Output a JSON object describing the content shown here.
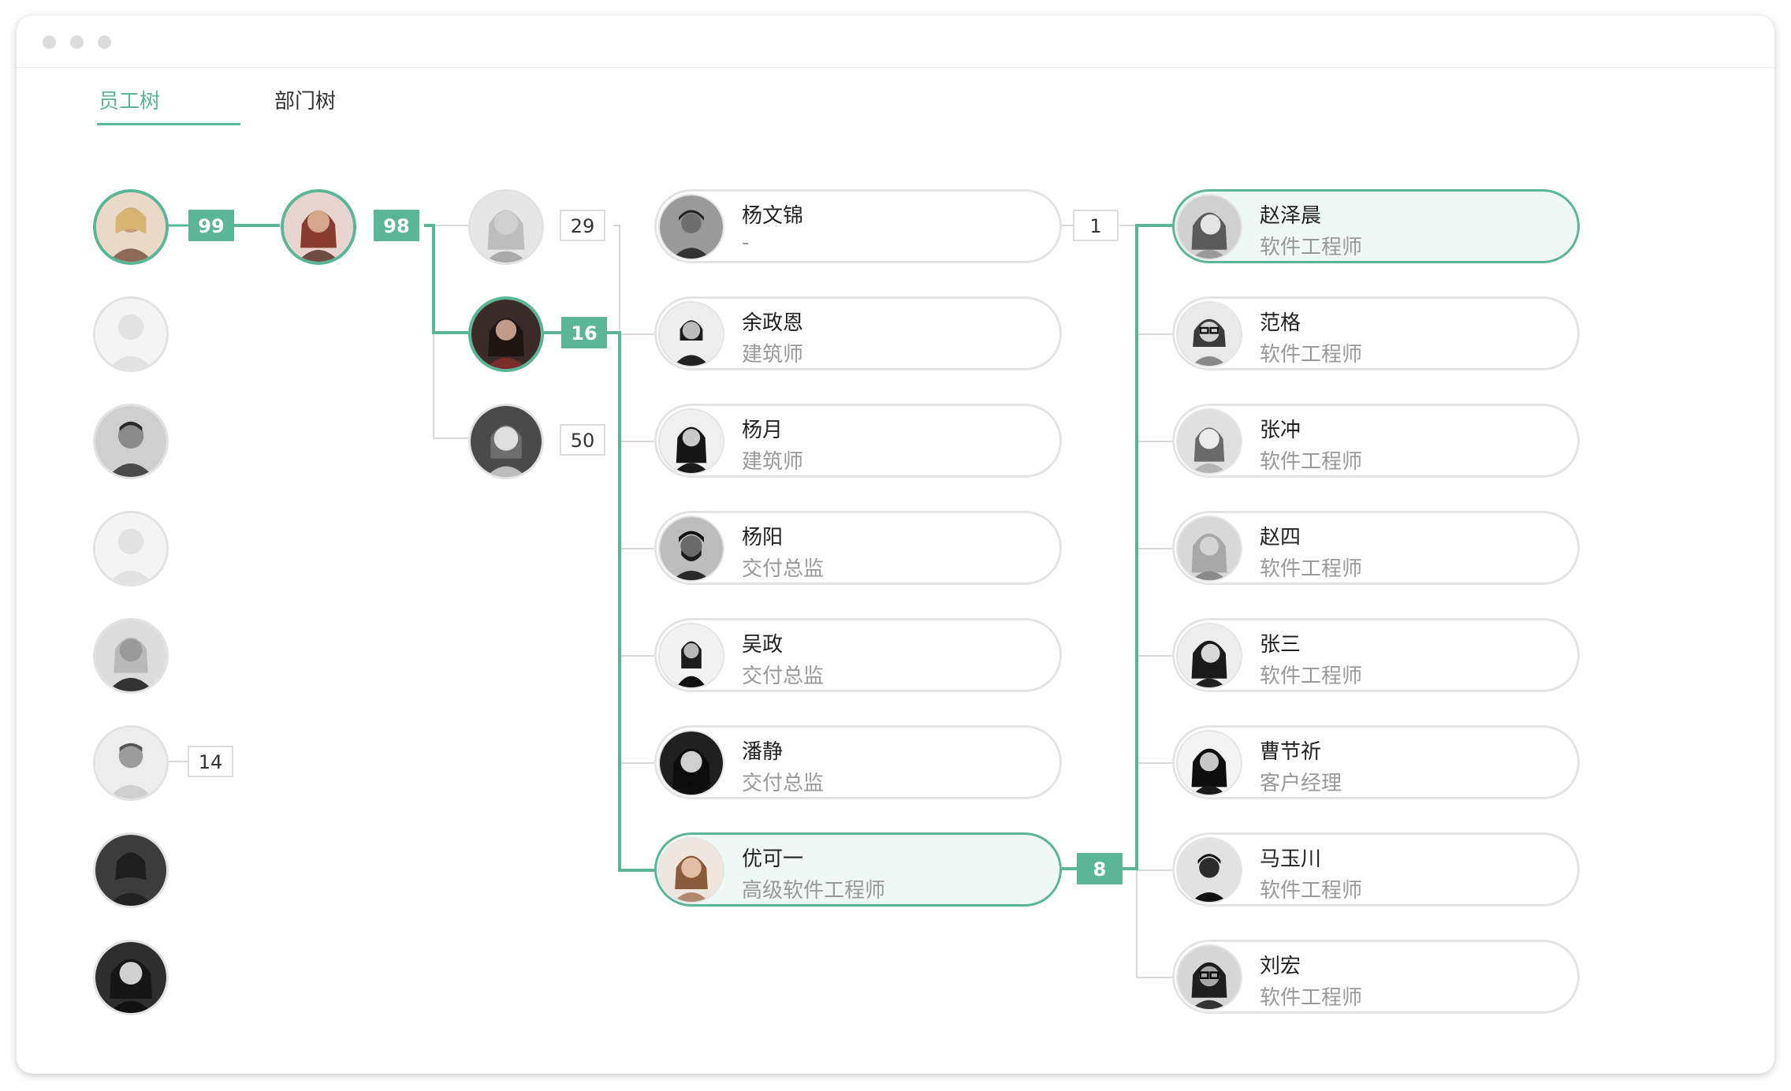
{
  "tabs": {
    "employee_tree": "员工树",
    "department_tree": "部门树"
  },
  "colors": {
    "accent": "#5bb597",
    "border": "#e4e4e4",
    "selected_bg": "#eff8f4",
    "muted_text": "#999999"
  },
  "level1": {
    "count": "99"
  },
  "level2": {
    "count": "98"
  },
  "level3": {
    "counts": [
      "29",
      "16",
      "50"
    ]
  },
  "column1": {
    "counts": {
      "row6": "14"
    }
  },
  "level4": {
    "people": [
      {
        "name": "杨文锦",
        "title": "-"
      },
      {
        "name": "余政恩",
        "title": "建筑师"
      },
      {
        "name": "杨月",
        "title": "建筑师"
      },
      {
        "name": "杨阳",
        "title": "交付总监"
      },
      {
        "name": "吴政",
        "title": "交付总监"
      },
      {
        "name": "潘静",
        "title": "交付总监"
      },
      {
        "name": "优可一",
        "title": "高级软件工程师"
      }
    ],
    "counts": {
      "first": "1",
      "selected": "8"
    }
  },
  "level5": {
    "people": [
      {
        "name": "赵泽晨",
        "title": "软件工程师"
      },
      {
        "name": "范格",
        "title": "软件工程师"
      },
      {
        "name": "张冲",
        "title": "软件工程师"
      },
      {
        "name": "赵四",
        "title": "软件工程师"
      },
      {
        "name": "张三",
        "title": "软件工程师"
      },
      {
        "name": "曹节祈",
        "title": "客户经理"
      },
      {
        "name": "马玉川",
        "title": "软件工程师"
      },
      {
        "name": "刘宏",
        "title": "软件工程师"
      }
    ]
  }
}
